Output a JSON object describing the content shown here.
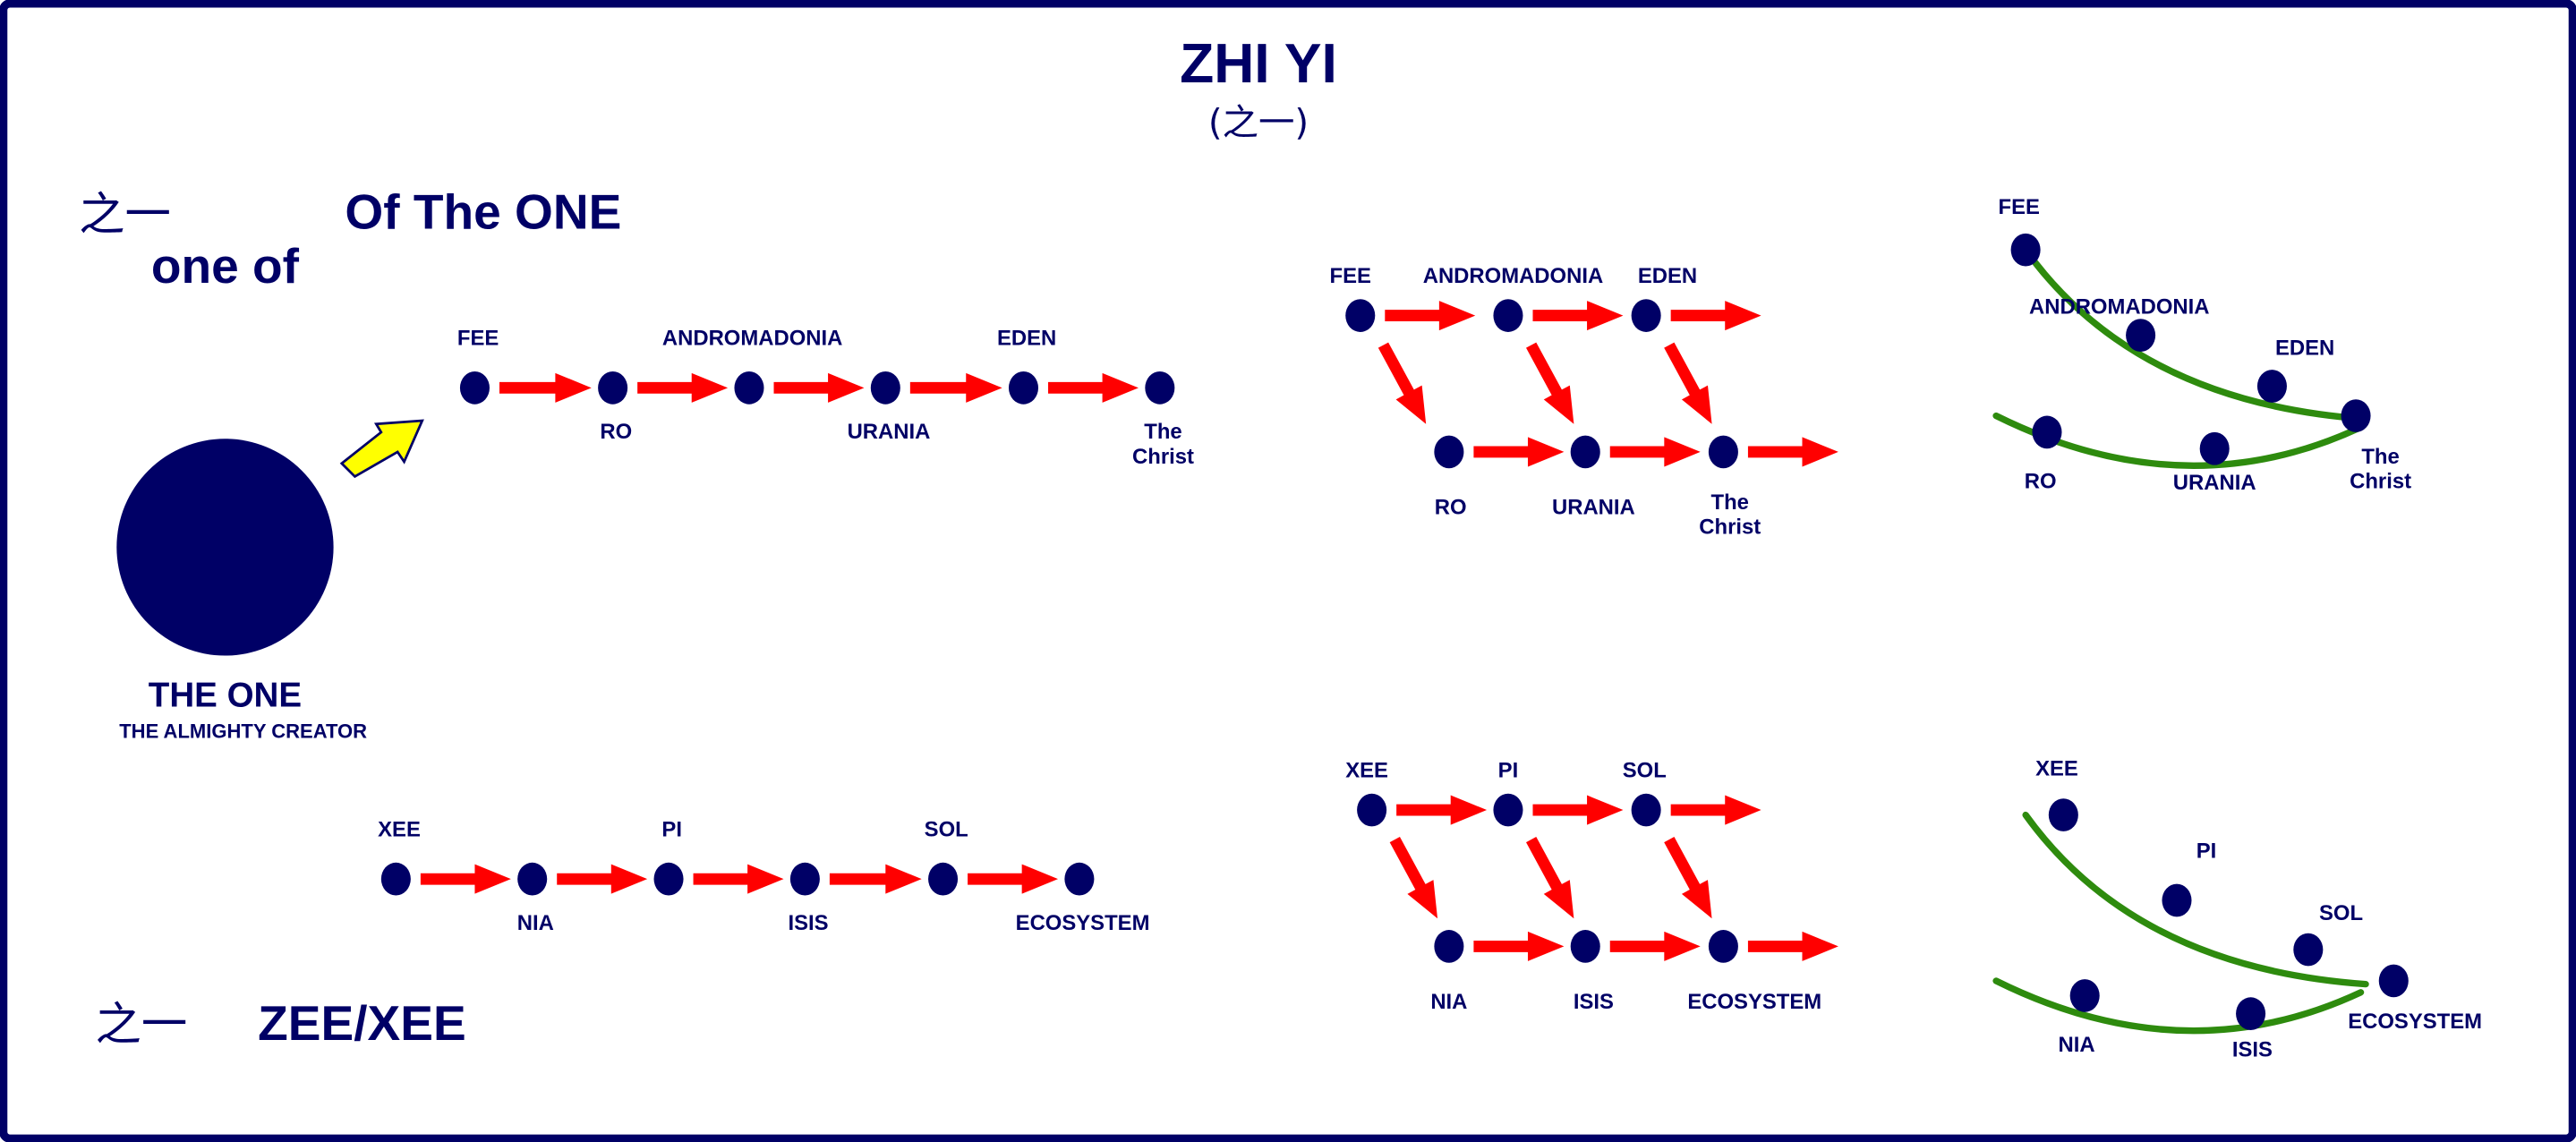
{
  "title": "ZHI YI",
  "subtitle": "(之一)",
  "heading": {
    "chinese": "之一",
    "one_of": "one of",
    "of_the_one": "Of The ONE"
  },
  "the_one": {
    "label": "THE ONE",
    "sublabel": "THE ALMIGHTY CREATOR"
  },
  "footer": {
    "chinese": "之一",
    "label": "ZEE/XEE"
  },
  "sequence_one": [
    "FEE",
    "RO",
    "ANDROMADONIA",
    "URANIA",
    "EDEN",
    "The Christ"
  ],
  "sequence_two": [
    "XEE",
    "NIA",
    "PI",
    "ISIS",
    "SOL",
    "ECOSYSTEM"
  ],
  "colors": {
    "navy": "#000066",
    "arrow": "#ff0000",
    "curve": "#2e8b0e",
    "pointer": "#ffff00"
  }
}
